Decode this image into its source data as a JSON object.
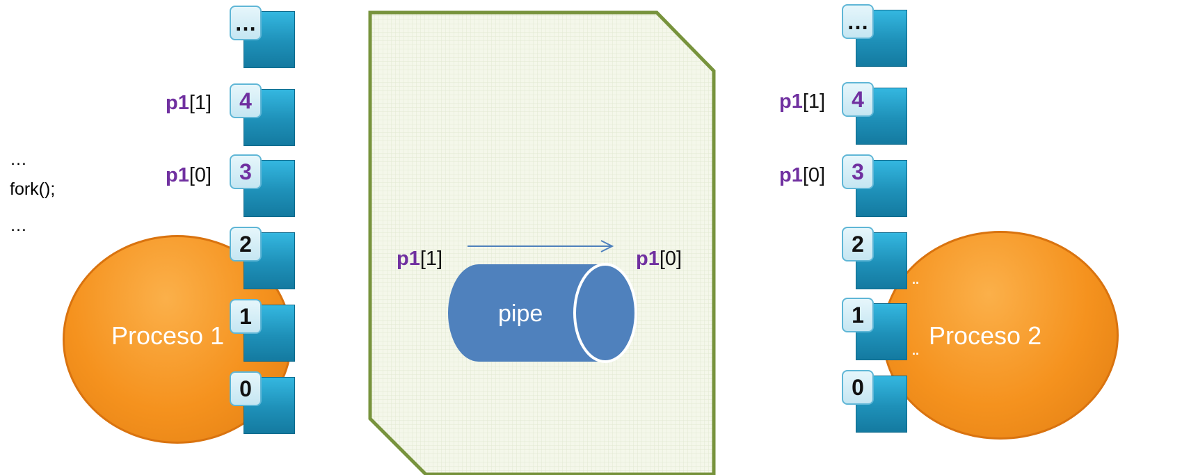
{
  "code": {
    "line1": "…",
    "line2": "fork();",
    "line3": "…"
  },
  "process1": {
    "label": "Proceso 1"
  },
  "process2": {
    "label": "Proceso 2"
  },
  "fd_slots": {
    "top": "…",
    "dots": "..",
    "n4": "4",
    "n3": "3",
    "n2": "2",
    "n1": "1",
    "n0": "0"
  },
  "fd_labels": {
    "var": "p1",
    "idx_write": "[1]",
    "idx_read": "[0]"
  },
  "kernel": {
    "pipe_label": "pipe",
    "write_end_var": "p1",
    "write_end_idx": "[1]",
    "read_end_var": "p1",
    "read_end_idx": "[0]"
  },
  "colors": {
    "process": "#f5921e",
    "slot": "#1e90b8",
    "pipe": "#4f81bd",
    "kernel_border": "#77933c",
    "kernel_fill": "#f2f6e6",
    "fd_var": "#7030a0"
  }
}
